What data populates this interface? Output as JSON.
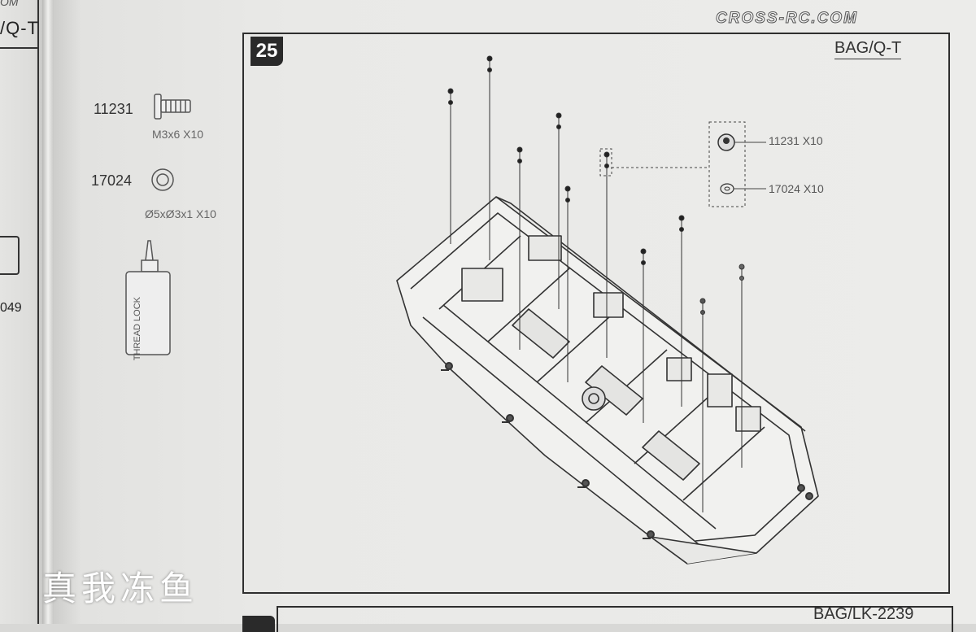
{
  "left_page": {
    "header": "/Q-T",
    "top_text": "OM",
    "part_fragment": "049"
  },
  "brand": "CROSS-RC.COM",
  "step": {
    "number": "25",
    "bag": "BAG/Q-T"
  },
  "parts": [
    {
      "id": "11231",
      "spec": "M3x6 X10",
      "icon": "flange-screw-icon"
    },
    {
      "id": "17024",
      "spec": "Ø5xØ3x1 X10",
      "icon": "washer-icon"
    }
  ],
  "threadlock": {
    "label": "THREAD LOCK",
    "icon": "threadlock-bottle-icon"
  },
  "callout": [
    {
      "label": "11231 X10",
      "icon": "screw-head-icon"
    },
    {
      "label": "17024 X10",
      "icon": "washer-icon"
    }
  ],
  "next_step": {
    "bag": "BAG/LK-2239"
  },
  "watermark": "真我冻鱼"
}
